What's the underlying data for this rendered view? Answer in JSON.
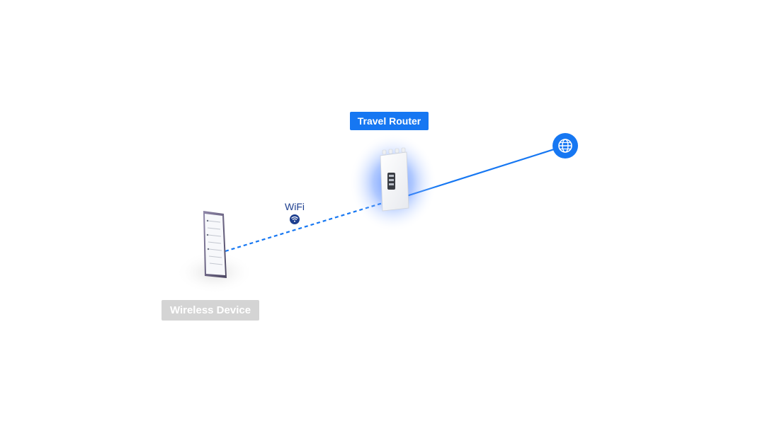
{
  "diagram": {
    "router_label": "Travel Router",
    "device_label": "Wireless Device",
    "connection_label": "WiFi",
    "nodes": [
      {
        "id": "wireless-device",
        "icon": "smartphone-icon"
      },
      {
        "id": "travel-router",
        "icon": "router-icon"
      },
      {
        "id": "internet",
        "icon": "globe-icon"
      }
    ],
    "links": [
      {
        "from": "wireless-device",
        "to": "travel-router",
        "style": "dashed",
        "label": "WiFi"
      },
      {
        "from": "travel-router",
        "to": "internet",
        "style": "solid"
      }
    ]
  },
  "colors": {
    "accent": "#1677f2",
    "wifi_text": "#1e3f8f",
    "inactive_label": "#d4d4d4",
    "glow": "#3d7bff"
  }
}
